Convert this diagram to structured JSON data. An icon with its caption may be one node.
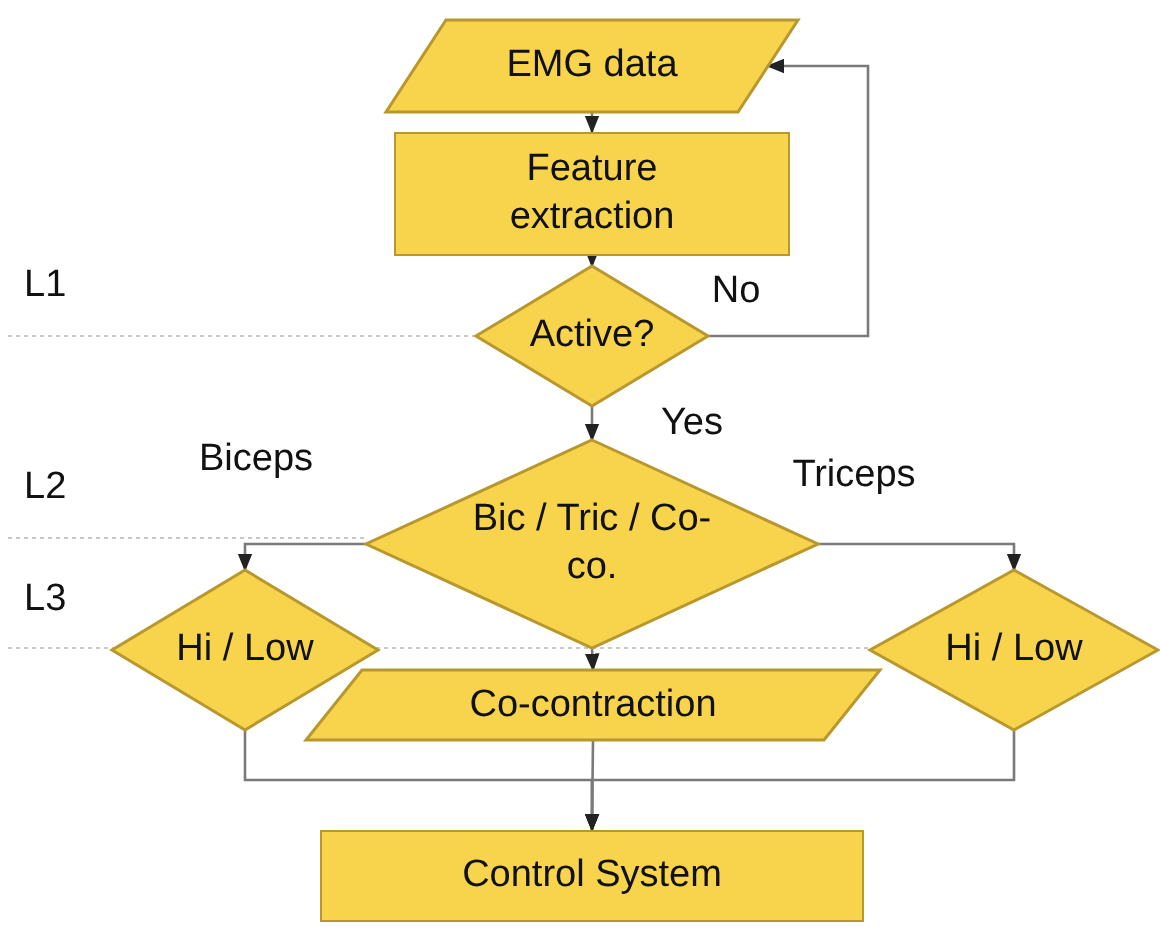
{
  "diagram": {
    "nodes": [
      {
        "text": [
          "EMG data"
        ]
      },
      {
        "text": [
          "Feature extraction"
        ]
      },
      {
        "text": [
          "Active?"
        ]
      },
      {
        "text": [
          "Bic / Tric / Co-co."
        ]
      },
      {
        "text": [
          "Hi / Low"
        ]
      },
      {
        "text": [
          "Co-contraction"
        ]
      },
      {
        "text": [
          "Hi / Low"
        ]
      },
      {
        "text": [
          "Control System"
        ]
      }
    ],
    "edges": [
      {
        "from": 0,
        "to": 1,
        "arrow": "to"
      },
      {
        "from": 1,
        "to": 2,
        "arrow": "to"
      },
      {
        "from": 2,
        "to": 0,
        "arrow": "to",
        "label": "No"
      },
      {
        "from": 2,
        "to": 3,
        "arrow": "to",
        "label": "Yes"
      },
      {
        "from": 3,
        "to": 4,
        "arrow": "to",
        "label": "Biceps"
      },
      {
        "from": 3,
        "to": 6,
        "arrow": "to",
        "label": "Triceps"
      },
      {
        "from": 3,
        "to": 5,
        "arrow": "to"
      },
      {
        "from": 4,
        "to": 7,
        "arrow": "to"
      },
      {
        "from": 5,
        "to": 7,
        "arrow": "to"
      },
      {
        "from": 6,
        "to": 7,
        "arrow": "to"
      }
    ],
    "labels": [
      "L1",
      "L2",
      "L3"
    ]
  }
}
